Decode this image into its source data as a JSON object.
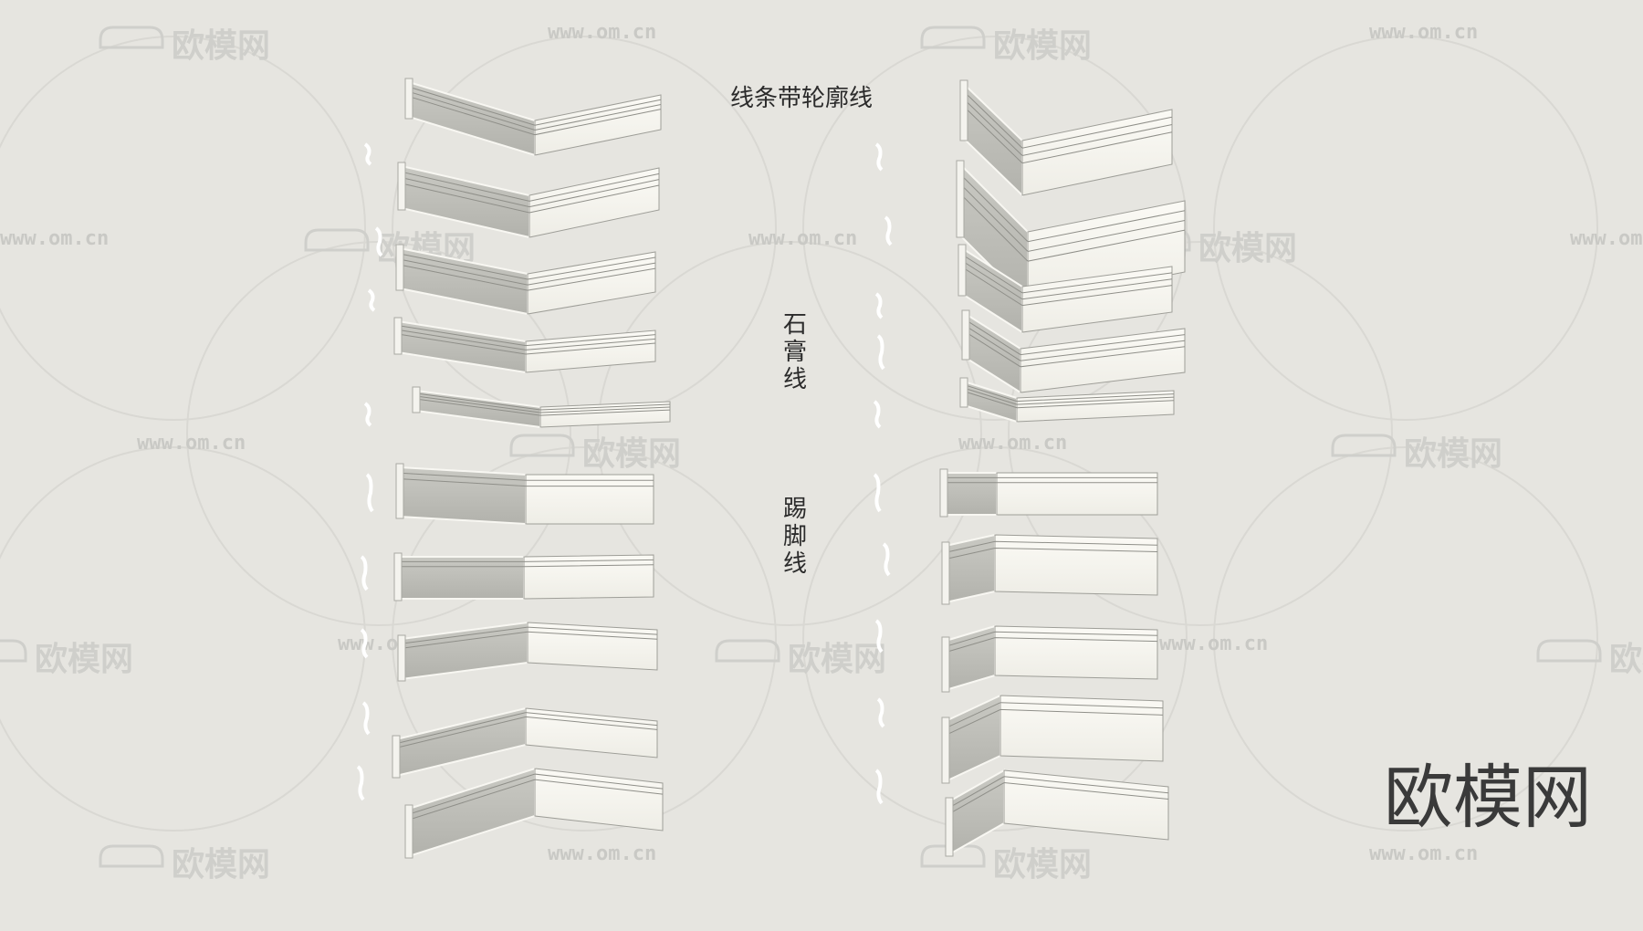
{
  "labels": {
    "moulding_with_profile": "线条带轮廓线",
    "plaster_line": "石膏线",
    "skirting_line": "踢脚线"
  },
  "watermark": {
    "logo_text": "欧模网",
    "url_text": "www.om.cn"
  },
  "brand": {
    "text": "欧模网"
  },
  "colors": {
    "background": "#e6e5e0",
    "moulding_light": "#f7f6f0",
    "moulding_shadow": "#b8b8b2",
    "label": "#2b2b2b",
    "brand": "#3a3a3a"
  }
}
